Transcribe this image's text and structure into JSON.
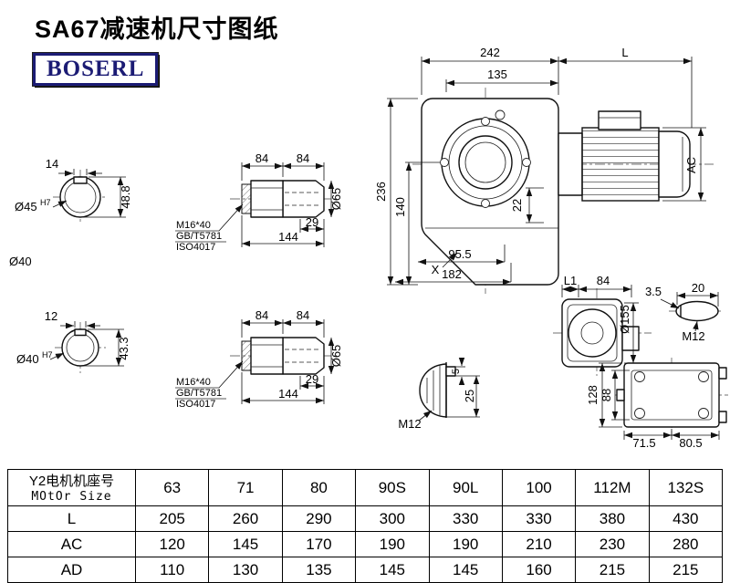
{
  "header": {
    "title": "SA67减速机尺寸图纸",
    "logo": "BOSERL"
  },
  "views": {
    "main": {
      "d242": "242",
      "dL": "L",
      "d135": "135",
      "d236": "236",
      "d140": "140",
      "d22": "22",
      "dAC": "AC",
      "d955": "95.5",
      "d182": "182",
      "xlabel": "X"
    },
    "endTop": {
      "d14": "14",
      "dia": "Ø45",
      "tol": "H7",
      "d488": "48.8",
      "dia40": "Ø40"
    },
    "endBottom": {
      "d12": "12",
      "dia": "Ø40",
      "tol": "H7",
      "d433": "43.3"
    },
    "shaftTop": {
      "d84a": "84",
      "d84b": "84",
      "bolt": "M16*40",
      "std1": "GB/T5781",
      "std2": "ISO4017",
      "d29": "29",
      "d144": "144",
      "dia65": "Ø65"
    },
    "shaftBottom": {
      "d84a": "84",
      "d84b": "84",
      "bolt": "M16*40",
      "std1": "GB/T5781",
      "std2": "ISO4017",
      "d29": "29",
      "d144": "144",
      "dia65": "Ø65"
    },
    "side": {
      "dL1": "L1",
      "d84": "84",
      "dia155": "Ø155",
      "d35": "3.5",
      "d20": "20",
      "m12": "M12"
    },
    "key": {
      "d5": "5",
      "d25": "25",
      "m12": "M12"
    },
    "bottom": {
      "d128": "128",
      "d88": "88",
      "d715": "71.5",
      "d805": "80.5"
    }
  },
  "table": {
    "header_cn": "Y2电机机座号",
    "header_en": "MOtOr Size",
    "sizes": [
      "63",
      "71",
      "80",
      "90S",
      "90L",
      "100",
      "112M",
      "132S"
    ],
    "rows": [
      {
        "label": "L",
        "values": [
          "205",
          "260",
          "290",
          "300",
          "330",
          "330",
          "380",
          "430"
        ]
      },
      {
        "label": "AC",
        "values": [
          "120",
          "145",
          "170",
          "190",
          "190",
          "210",
          "230",
          "280"
        ]
      },
      {
        "label": "AD",
        "values": [
          "110",
          "130",
          "135",
          "145",
          "145",
          "160",
          "215",
          "215"
        ]
      }
    ]
  }
}
